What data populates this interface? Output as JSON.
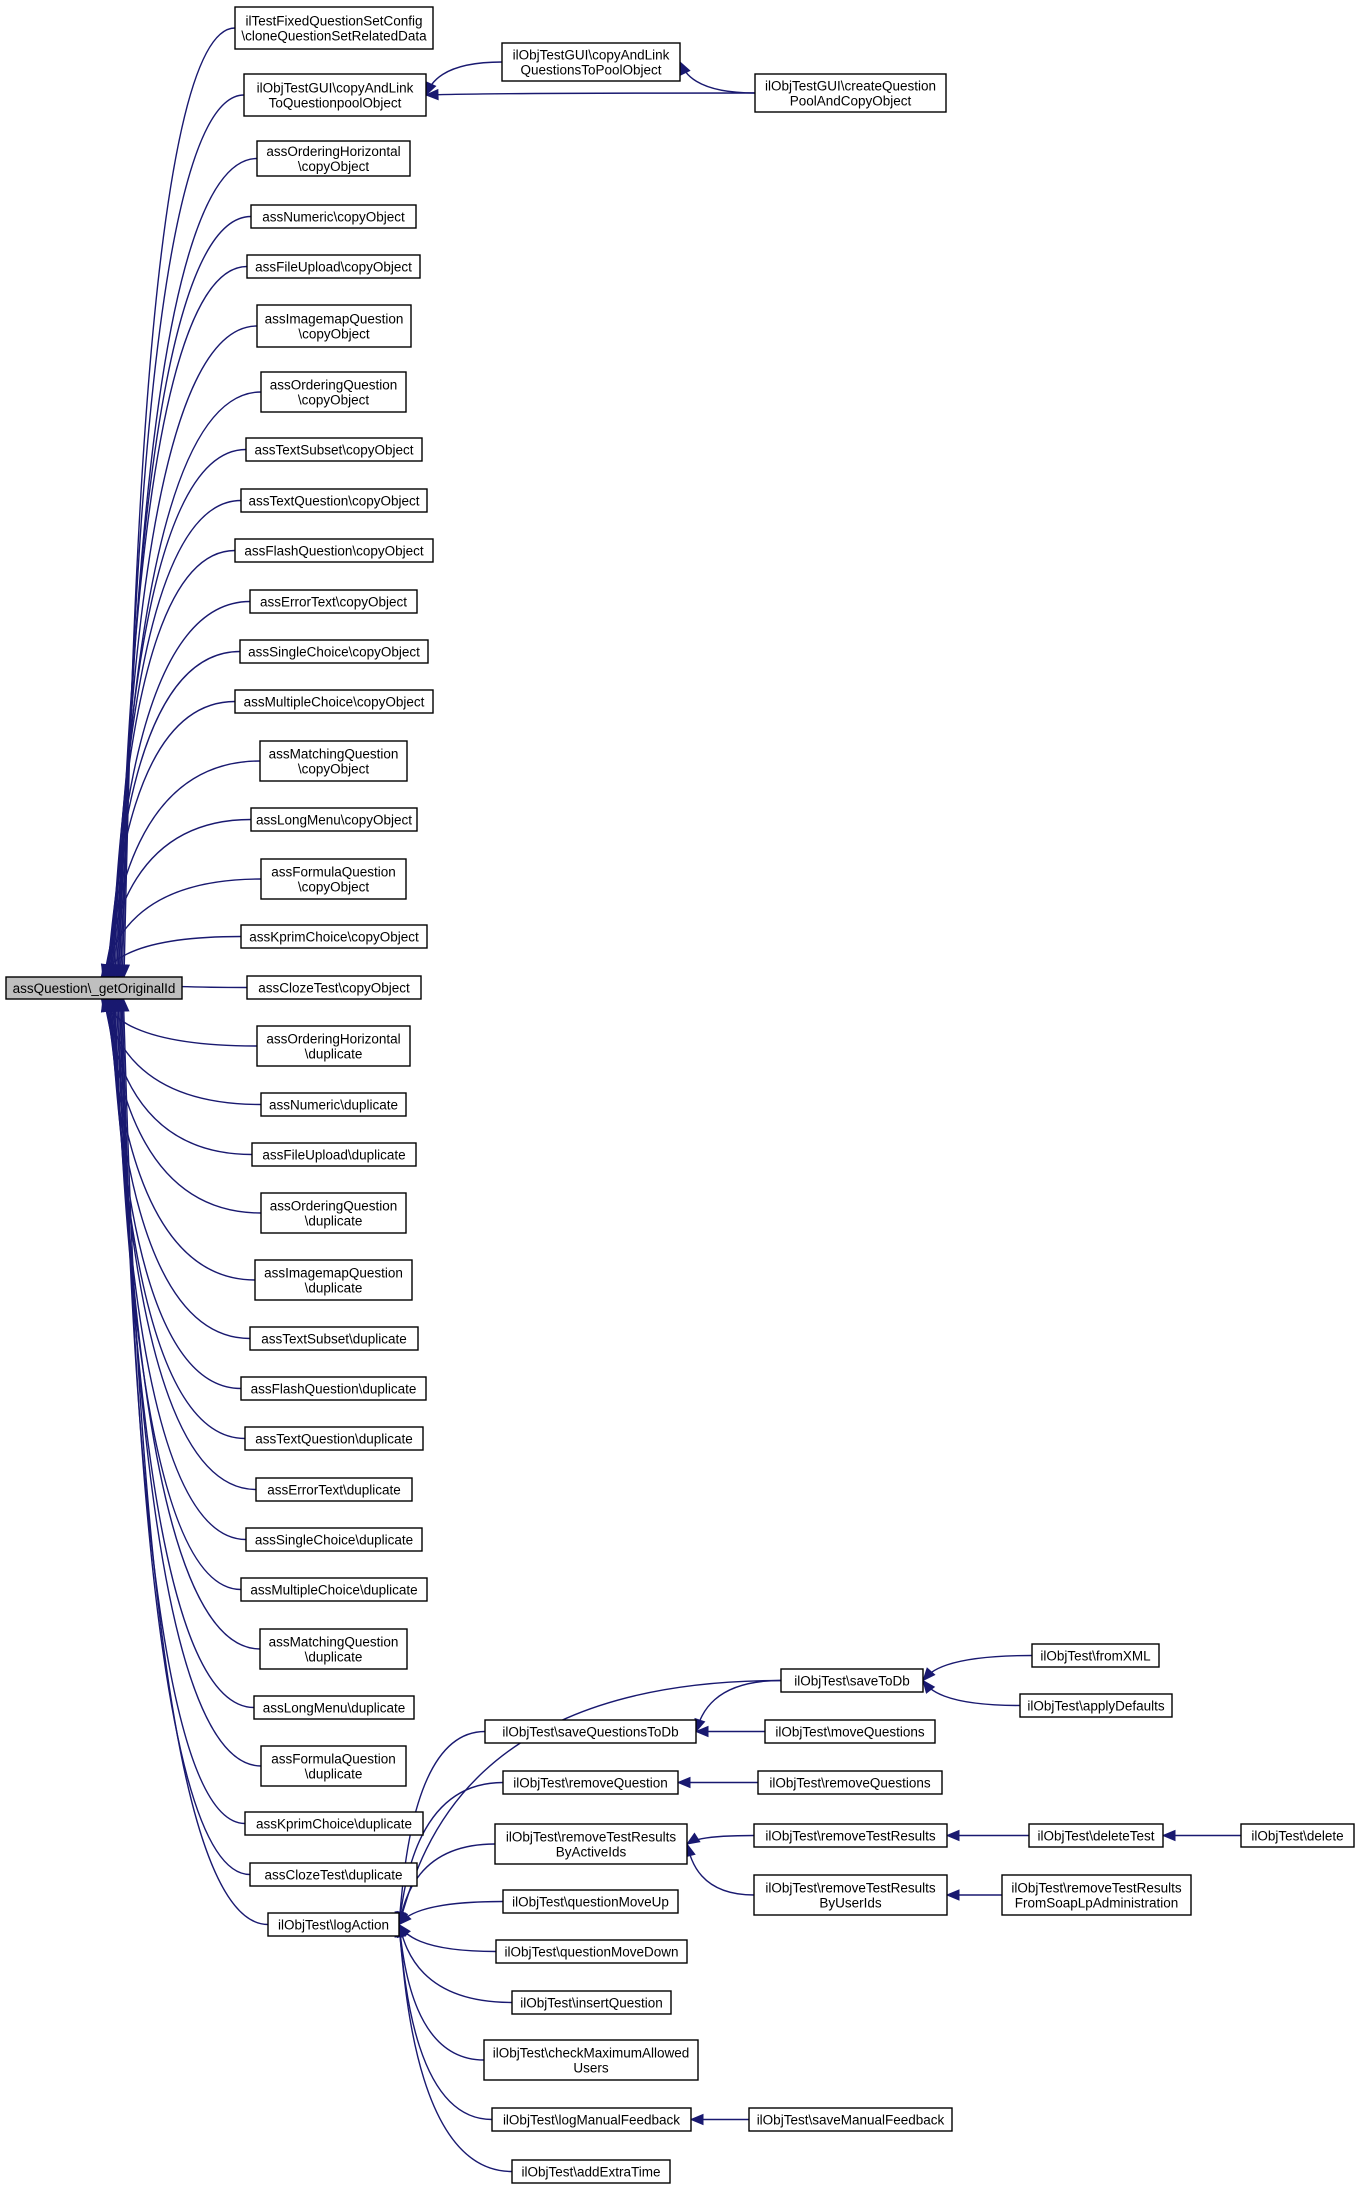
{
  "colors": {
    "edge": "#191970",
    "node_fill": "#ffffff",
    "root_fill": "#bfbfbf",
    "node_border": "#000000"
  },
  "nodes": [
    {
      "id": "root",
      "lines": [
        "assQuestion\\_getOriginalId"
      ]
    },
    {
      "id": "n1",
      "lines": [
        "ilTestFixedQuestionSetConfig",
        "\\cloneQuestionSetRelatedData"
      ]
    },
    {
      "id": "n2",
      "lines": [
        "ilObjTestGUI\\copyAndLink",
        "ToQuestionpoolObject"
      ]
    },
    {
      "id": "n3",
      "lines": [
        "assOrderingHorizontal",
        "\\copyObject"
      ]
    },
    {
      "id": "n4",
      "lines": [
        "assNumeric\\copyObject"
      ]
    },
    {
      "id": "n5",
      "lines": [
        "assFileUpload\\copyObject"
      ]
    },
    {
      "id": "n6",
      "lines": [
        "assImagemapQuestion",
        "\\copyObject"
      ]
    },
    {
      "id": "n7",
      "lines": [
        "assOrderingQuestion",
        "\\copyObject"
      ]
    },
    {
      "id": "n8",
      "lines": [
        "assTextSubset\\copyObject"
      ]
    },
    {
      "id": "n9",
      "lines": [
        "assTextQuestion\\copyObject"
      ]
    },
    {
      "id": "n10",
      "lines": [
        "assFlashQuestion\\copyObject"
      ]
    },
    {
      "id": "n11",
      "lines": [
        "assErrorText\\copyObject"
      ]
    },
    {
      "id": "n12",
      "lines": [
        "assSingleChoice\\copyObject"
      ]
    },
    {
      "id": "n13",
      "lines": [
        "assMultipleChoice\\copyObject"
      ]
    },
    {
      "id": "n14",
      "lines": [
        "assMatchingQuestion",
        "\\copyObject"
      ]
    },
    {
      "id": "n15",
      "lines": [
        "assLongMenu\\copyObject"
      ]
    },
    {
      "id": "n16",
      "lines": [
        "assFormulaQuestion",
        "\\copyObject"
      ]
    },
    {
      "id": "n17",
      "lines": [
        "assKprimChoice\\copyObject"
      ]
    },
    {
      "id": "n18",
      "lines": [
        "assClozeTest\\copyObject"
      ]
    },
    {
      "id": "n19",
      "lines": [
        "assOrderingHorizontal",
        "\\duplicate"
      ]
    },
    {
      "id": "n20",
      "lines": [
        "assNumeric\\duplicate"
      ]
    },
    {
      "id": "n21",
      "lines": [
        "assFileUpload\\duplicate"
      ]
    },
    {
      "id": "n22",
      "lines": [
        "assOrderingQuestion",
        "\\duplicate"
      ]
    },
    {
      "id": "n23",
      "lines": [
        "assImagemapQuestion",
        "\\duplicate"
      ]
    },
    {
      "id": "n24",
      "lines": [
        "assTextSubset\\duplicate"
      ]
    },
    {
      "id": "n25",
      "lines": [
        "assFlashQuestion\\duplicate"
      ]
    },
    {
      "id": "n26",
      "lines": [
        "assTextQuestion\\duplicate"
      ]
    },
    {
      "id": "n27",
      "lines": [
        "assErrorText\\duplicate"
      ]
    },
    {
      "id": "n28",
      "lines": [
        "assSingleChoice\\duplicate"
      ]
    },
    {
      "id": "n29",
      "lines": [
        "assMultipleChoice\\duplicate"
      ]
    },
    {
      "id": "n30",
      "lines": [
        "assMatchingQuestion",
        "\\duplicate"
      ]
    },
    {
      "id": "n31",
      "lines": [
        "assLongMenu\\duplicate"
      ]
    },
    {
      "id": "n32",
      "lines": [
        "assFormulaQuestion",
        "\\duplicate"
      ]
    },
    {
      "id": "n33",
      "lines": [
        "assKprimChoice\\duplicate"
      ]
    },
    {
      "id": "n34",
      "lines": [
        "assClozeTest\\duplicate"
      ]
    },
    {
      "id": "n35",
      "lines": [
        "ilObjTest\\logAction"
      ]
    },
    {
      "id": "m1",
      "lines": [
        "ilObjTestGUI\\copyAndLink",
        "QuestionsToPoolObject"
      ]
    },
    {
      "id": "m2",
      "lines": [
        "ilObjTestGUI\\createQuestion",
        "PoolAndCopyObject"
      ]
    },
    {
      "id": "m3",
      "lines": [
        "ilObjTest\\saveToDb"
      ]
    },
    {
      "id": "m4",
      "lines": [
        "ilObjTest\\saveQuestionsToDb"
      ]
    },
    {
      "id": "m5",
      "lines": [
        "ilObjTest\\removeQuestion"
      ]
    },
    {
      "id": "m6",
      "lines": [
        "ilObjTest\\removeTestResults",
        "ByActiveIds"
      ]
    },
    {
      "id": "m7",
      "lines": [
        "ilObjTest\\questionMoveUp"
      ]
    },
    {
      "id": "m8",
      "lines": [
        "ilObjTest\\questionMoveDown"
      ]
    },
    {
      "id": "m9",
      "lines": [
        "ilObjTest\\insertQuestion"
      ]
    },
    {
      "id": "m10",
      "lines": [
        "ilObjTest\\checkMaximumAllowed",
        "Users"
      ]
    },
    {
      "id": "m11",
      "lines": [
        "ilObjTest\\logManualFeedback"
      ]
    },
    {
      "id": "m12",
      "lines": [
        "ilObjTest\\addExtraTime"
      ]
    },
    {
      "id": "m13",
      "lines": [
        "ilObjTest\\moveQuestions"
      ]
    },
    {
      "id": "m14",
      "lines": [
        "ilObjTest\\removeQuestions"
      ]
    },
    {
      "id": "m15",
      "lines": [
        "ilObjTest\\removeTestResults"
      ]
    },
    {
      "id": "m16",
      "lines": [
        "ilObjTest\\removeTestResults",
        "ByUserIds"
      ]
    },
    {
      "id": "m17",
      "lines": [
        "ilObjTest\\saveManualFeedback"
      ]
    },
    {
      "id": "m18",
      "lines": [
        "ilObjTest\\fromXML"
      ]
    },
    {
      "id": "m19",
      "lines": [
        "ilObjTest\\applyDefaults"
      ]
    },
    {
      "id": "m20",
      "lines": [
        "ilObjTest\\deleteTest"
      ]
    },
    {
      "id": "m21",
      "lines": [
        "ilObjTest\\removeTestResults",
        "FromSoapLpAdministration"
      ]
    },
    {
      "id": "m22",
      "lines": [
        "ilObjTest\\delete"
      ]
    }
  ],
  "edges": [
    [
      "n1",
      "root"
    ],
    [
      "n2",
      "root"
    ],
    [
      "n3",
      "root"
    ],
    [
      "n4",
      "root"
    ],
    [
      "n5",
      "root"
    ],
    [
      "n6",
      "root"
    ],
    [
      "n7",
      "root"
    ],
    [
      "n8",
      "root"
    ],
    [
      "n9",
      "root"
    ],
    [
      "n10",
      "root"
    ],
    [
      "n11",
      "root"
    ],
    [
      "n12",
      "root"
    ],
    [
      "n13",
      "root"
    ],
    [
      "n14",
      "root"
    ],
    [
      "n15",
      "root"
    ],
    [
      "n16",
      "root"
    ],
    [
      "n17",
      "root"
    ],
    [
      "n18",
      "root"
    ],
    [
      "n19",
      "root"
    ],
    [
      "n20",
      "root"
    ],
    [
      "n21",
      "root"
    ],
    [
      "n22",
      "root"
    ],
    [
      "n23",
      "root"
    ],
    [
      "n24",
      "root"
    ],
    [
      "n25",
      "root"
    ],
    [
      "n26",
      "root"
    ],
    [
      "n27",
      "root"
    ],
    [
      "n28",
      "root"
    ],
    [
      "n29",
      "root"
    ],
    [
      "n30",
      "root"
    ],
    [
      "n31",
      "root"
    ],
    [
      "n32",
      "root"
    ],
    [
      "n33",
      "root"
    ],
    [
      "n34",
      "root"
    ],
    [
      "n35",
      "root"
    ],
    [
      "m1",
      "n2"
    ],
    [
      "m2",
      "n2"
    ],
    [
      "m2",
      "m1"
    ],
    [
      "m3",
      "n35"
    ],
    [
      "m4",
      "n35"
    ],
    [
      "m5",
      "n35"
    ],
    [
      "m6",
      "n35"
    ],
    [
      "m7",
      "n35"
    ],
    [
      "m8",
      "n35"
    ],
    [
      "m9",
      "n35"
    ],
    [
      "m10",
      "n35"
    ],
    [
      "m11",
      "n35"
    ],
    [
      "m12",
      "n35"
    ],
    [
      "m3",
      "m4"
    ],
    [
      "m13",
      "m4"
    ],
    [
      "m14",
      "m5"
    ],
    [
      "m15",
      "m6"
    ],
    [
      "m16",
      "m6"
    ],
    [
      "m17",
      "m11"
    ],
    [
      "m18",
      "m3"
    ],
    [
      "m19",
      "m3"
    ],
    [
      "m20",
      "m15"
    ],
    [
      "m21",
      "m16"
    ],
    [
      "m22",
      "m20"
    ]
  ]
}
